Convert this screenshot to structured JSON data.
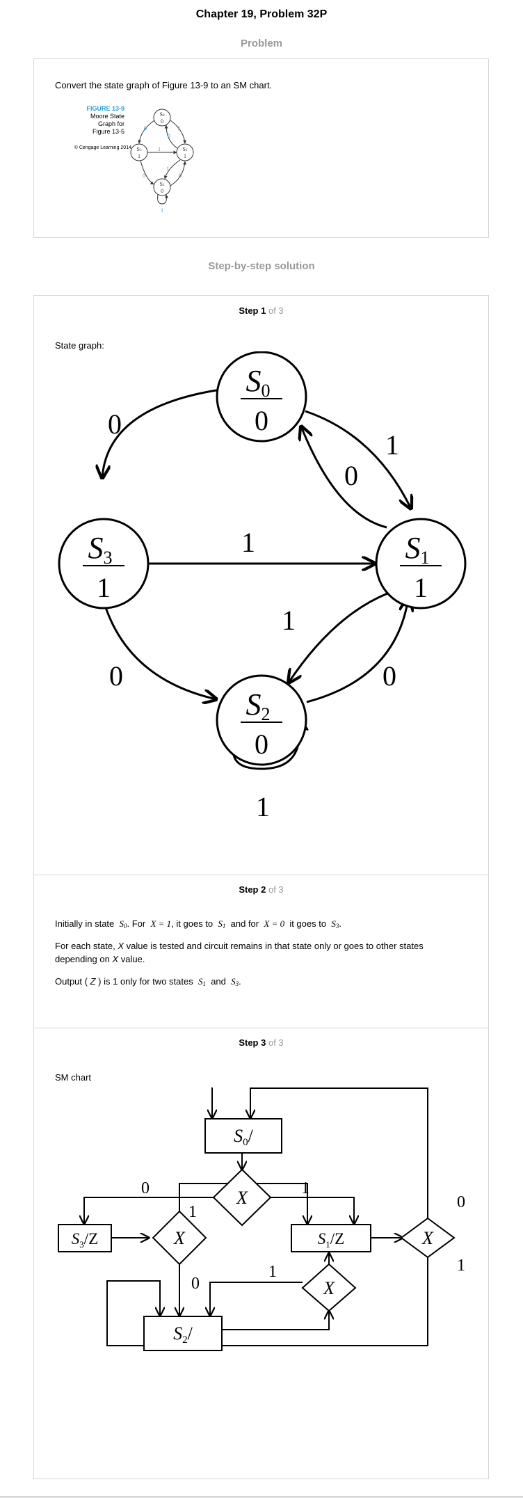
{
  "header": {
    "chapter_title": "Chapter 19, Problem 32P",
    "problem_heading": "Problem",
    "solution_heading": "Step-by-step solution"
  },
  "problem": {
    "text": "Convert the state graph of Figure 13-9 to an SM chart.",
    "figure_label": "FIGURE 13-9",
    "figure_caption_1": "Moore State",
    "figure_caption_2": "Graph for",
    "figure_caption_3": "Figure 13-5",
    "figure_copyright": "© Cengage Learning 2014"
  },
  "steps": [
    {
      "label": "Step 1",
      "of": "of 3"
    },
    {
      "label": "Step 2",
      "of": "of 3"
    },
    {
      "label": "Step 3",
      "of": "of 3"
    }
  ],
  "step1": {
    "intro": "State graph:",
    "states": [
      {
        "name": "S",
        "sub": "0",
        "output": "0"
      },
      {
        "name": "S",
        "sub": "1",
        "output": "1"
      },
      {
        "name": "S",
        "sub": "2",
        "output": "0"
      },
      {
        "name": "S",
        "sub": "3",
        "output": "1"
      }
    ],
    "edge_labels": {
      "s0_s3": "0",
      "s0_s1": "1",
      "s1_s0": "0",
      "s3_s1": "1",
      "s1_s2": "1",
      "s3_s2": "0",
      "s2_s1": "0",
      "s2_self": "1"
    }
  },
  "step2": {
    "line1_a": "Initially in state",
    "line1_s0": "S",
    "line1_s0_sub": "0",
    "line1_b": ". For",
    "line1_x1": "X = 1",
    "line1_c": ", it goes to",
    "line1_s1": "S",
    "line1_s1_sub": "1",
    "line1_d": "and for",
    "line1_x0": "X = 0",
    "line1_e": "it goes to",
    "line1_s3": "S",
    "line1_s3_sub": "3",
    "line2_a": "For each state,",
    "line2_x": "X",
    "line2_b": "value is tested and circuit remains in that state only or goes to other states",
    "line3_a": "depending on",
    "line3_x": "X",
    "line3_b": "value.",
    "line4_a": "Output (",
    "line4_z": "Z",
    "line4_b": ") is 1 only for two states",
    "line4_s1": "S",
    "line4_s1_sub": "1",
    "line4_c": "and",
    "line4_s3": "S",
    "line4_s3_sub": "3"
  },
  "step3": {
    "intro": "SM chart",
    "boxes": {
      "s0": {
        "name": "S",
        "sub": "0",
        "suffix": "/"
      },
      "s1": {
        "name": "S",
        "sub": "1",
        "suffix": "/Z"
      },
      "s2": {
        "name": "S",
        "sub": "2",
        "suffix": "/"
      },
      "s3": {
        "name": "S",
        "sub": "3",
        "suffix": "/Z"
      }
    },
    "decision_label": "X",
    "branch_labels": {
      "d0_zero": "0",
      "d0_one": "1",
      "d3_one": "1",
      "d3_zero": "0",
      "d1_zero": "0",
      "d1_one": "1",
      "d2_one": "1"
    }
  },
  "colors": {
    "figure_blue": "#2a9fd6",
    "muted_gray": "#9a9a9a",
    "border": "#d6d6d6"
  }
}
